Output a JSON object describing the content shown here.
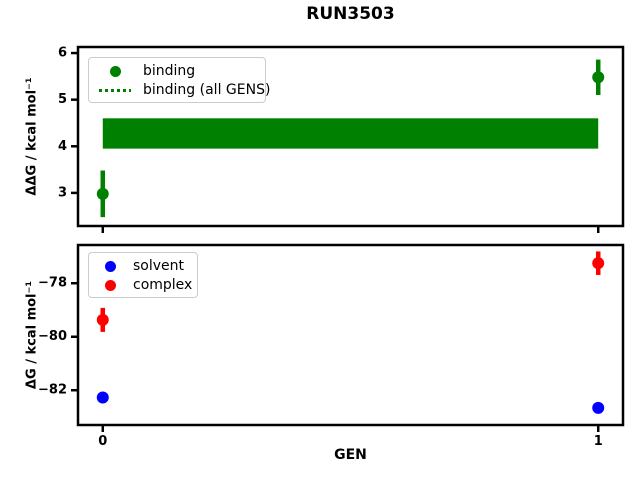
{
  "title": "RUN3503",
  "colors": {
    "binding": "#008000",
    "solvent": "#0000ff",
    "complex": "#ff0000",
    "axes": "#000000",
    "legend_border": "#cccccc"
  },
  "chart_data": [
    {
      "type": "scatter",
      "name": "binding-panel",
      "ylabel": "ΔΔG / kcal mol⁻¹",
      "ylim": [
        2.29,
        6.13
      ],
      "yticks": [
        3,
        4,
        5,
        6
      ],
      "xlim": [
        -0.05,
        1.05
      ],
      "xticks": [
        0,
        1
      ],
      "show_xtick_labels": false,
      "grid": false,
      "series": [
        {
          "name": "binding",
          "color": "#008000",
          "marker": "circle",
          "x": [
            0,
            1
          ],
          "y": [
            2.98,
            5.48
          ],
          "yerr": [
            0.5,
            0.38
          ]
        }
      ],
      "band": {
        "name": "binding (all GENS)",
        "color": "#008000",
        "x0": 0,
        "x1": 1,
        "y0": 3.95,
        "y1": 4.6
      },
      "legend": {
        "position": "upper-left",
        "items": [
          {
            "label": "binding",
            "marker": "dot",
            "color": "#008000"
          },
          {
            "label": "binding (all GENS)",
            "marker": "dotted-line",
            "color": "#008000"
          }
        ]
      }
    },
    {
      "type": "scatter",
      "name": "dg-panel",
      "ylabel": "ΔG / kcal mol⁻¹",
      "xlabel": "GEN",
      "ylim": [
        -83.3,
        -76.57
      ],
      "yticks": [
        -82,
        -80,
        -78
      ],
      "xlim": [
        -0.05,
        1.05
      ],
      "xticks": [
        0,
        1
      ],
      "show_xtick_labels": true,
      "grid": false,
      "series": [
        {
          "name": "solvent",
          "color": "#0000ff",
          "marker": "circle",
          "x": [
            0,
            1
          ],
          "y": [
            -82.27,
            -82.66
          ],
          "yerr": [
            0.06,
            0.06
          ]
        },
        {
          "name": "complex",
          "color": "#ff0000",
          "marker": "circle",
          "x": [
            0,
            1
          ],
          "y": [
            -79.37,
            -77.25
          ],
          "yerr": [
            0.45,
            0.44
          ]
        }
      ],
      "legend": {
        "position": "upper-left",
        "items": [
          {
            "label": "solvent",
            "marker": "dot",
            "color": "#0000ff"
          },
          {
            "label": "complex",
            "marker": "dot",
            "color": "#ff0000"
          }
        ]
      }
    }
  ]
}
